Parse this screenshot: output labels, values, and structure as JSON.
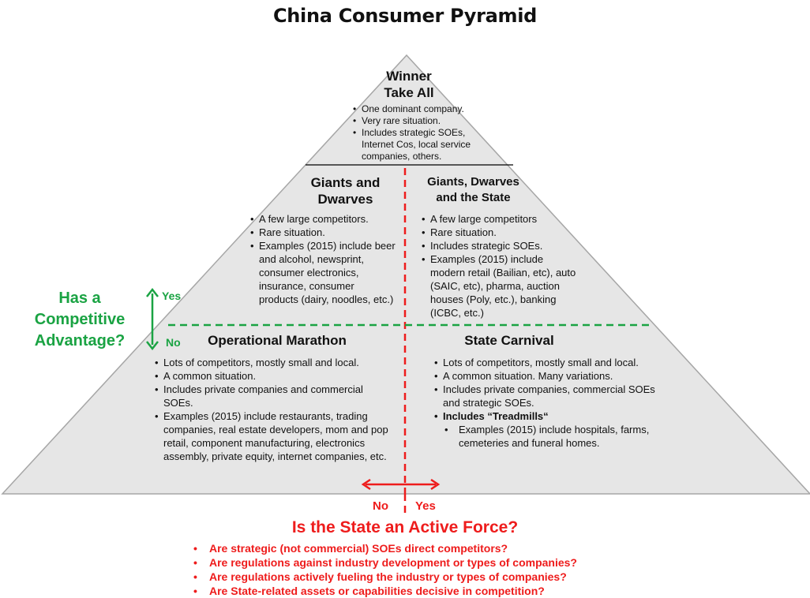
{
  "title": "China Consumer Pyramid",
  "colors": {
    "pyramid_fill": "#e6e6e6",
    "pyramid_stroke": "#a6a6a6",
    "competitive_axis": "#1aa343",
    "state_axis": "#ee1c1c"
  },
  "top": {
    "heading_line1": "Winner",
    "heading_line2": "Take All",
    "bullets": [
      "One dominant company.",
      "Very rare situation.",
      "Includes strategic SOEs, Internet Cos, local service companies, others."
    ]
  },
  "upper_left": {
    "heading_line1": "Giants and",
    "heading_line2": "Dwarves",
    "bullets": [
      "A few large competitors.",
      "Rare situation.",
      "Examples (2015) include beer and alcohol, newsprint, consumer electronics, insurance, consumer products (dairy, noodles, etc.)"
    ]
  },
  "upper_right": {
    "heading_line1": "Giants, Dwarves",
    "heading_line2": "and the State",
    "bullets": [
      "A few large competitors",
      "Rare situation.",
      "Includes strategic SOEs.",
      "Examples (2015) include modern retail (Bailian, etc), auto (SAIC, etc), pharma, auction houses (Poly, etc.), banking (ICBC, etc.)"
    ]
  },
  "lower_left": {
    "heading": "Operational Marathon",
    "bullets": [
      "Lots of competitors, mostly small and local.",
      "A common situation.",
      "Includes private companies and commercial SOEs.",
      "Examples (2015) include restaurants, trading companies, real estate developers, mom and pop retail, component manufacturing, electronics assembly, private equity, internet companies, etc."
    ]
  },
  "lower_right": {
    "heading": "State Carnival",
    "bullets": [
      "Lots of competitors, mostly small and local.",
      "A common situation. Many variations.",
      "Includes private companies, commercial SOEs and strategic SOEs.",
      "Includes “Treadmills“"
    ],
    "sub_bullet": "Examples (2015) include hospitals, farms, cemeteries and funeral homes."
  },
  "competitive_axis": {
    "label_line1": "Has a",
    "label_line2": "Competitive",
    "label_line3": "Advantage?",
    "yes": "Yes",
    "no": "No"
  },
  "state_axis": {
    "no": "No",
    "yes": "Yes",
    "question": "Is the State an Active Force?",
    "criteria": [
      "Are strategic (not commercial) SOEs direct competitors?",
      "Are regulations against industry development or types of companies?",
      "Are regulations actively fueling the industry or types of companies?",
      "Are State-related assets or capabilities decisive in competition?"
    ]
  }
}
